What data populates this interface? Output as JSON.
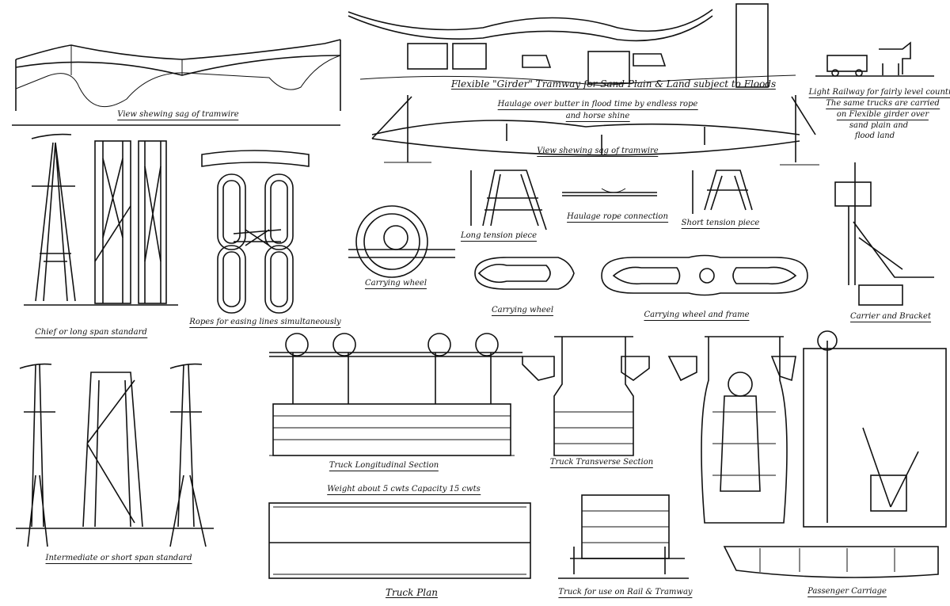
{
  "title": "Flexible \"Girder\" Tramway for Sand Plain & Land subject to Floods",
  "captions": {
    "sag_left": "View shewing sag of tramwire",
    "main_title": "Flexible \"Girder\" Tramway for Sand Plain & Land subject to Floods",
    "haulage_1": "Haulage over butter in flood time by endless rope",
    "haulage_2": "and horse shine",
    "sag_center": "View shewing sag of tramwire",
    "light_rail_1": "Light Railway for fairly level country",
    "light_rail_2": "The same trucks are carried",
    "light_rail_3": "on Flexible girder over",
    "light_rail_4": "sand plain and",
    "light_rail_5": "flood land",
    "long_tension": "Long tension piece",
    "haulage_connection": "Haulage rope connection",
    "short_tension": "Short tension piece",
    "carrying_wheel_1": "Carrying wheel",
    "carrying_wheel_2": "Carrying wheel",
    "carrying_wheel_frame": "Carrying wheel and frame",
    "carrier_bracket": "Carrier and Bracket",
    "chief_standard": "Chief or long span standard",
    "ropes": "Ropes for easing lines simultaneously",
    "truck_long": "Truck Longitudinal Section",
    "truck_trans": "Truck Transverse Section",
    "weight": "Weight about 5 cwts Capacity 15 cwts",
    "intermediate_standard": "Intermediate or short span standard",
    "truck_plan": "Truck Plan",
    "truck_rail": "Truck for use on Rail & Tramway",
    "passenger": "Passenger Carriage"
  }
}
